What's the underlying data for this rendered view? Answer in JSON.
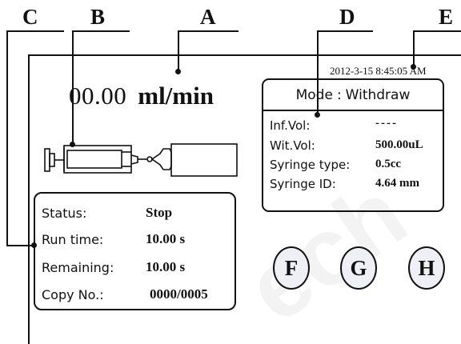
{
  "callouts": {
    "a": "A",
    "b": "B",
    "c": "C",
    "d": "D",
    "e": "E"
  },
  "header": {
    "timestamp": "2012-3-15 8:45:05 AM"
  },
  "flow_rate": {
    "value": "00.00",
    "unit": "ml/min"
  },
  "mode_panel": {
    "mode_label": "Mode",
    "mode_separator": ":",
    "mode_value": "Withdraw",
    "rows": [
      {
        "label": "Inf.Vol:",
        "value": "----"
      },
      {
        "label": "Wit.Vol:",
        "value": "500.00uL"
      },
      {
        "label": "Syringe type:",
        "value": "0.5cc"
      },
      {
        "label": "Syringe ID:",
        "value": "4.64 mm"
      }
    ]
  },
  "status_panel": {
    "rows": [
      {
        "label": "Status:",
        "value": "Stop"
      },
      {
        "label": "Run time:",
        "value": "10.00 s"
      },
      {
        "label": "Remaining:",
        "value": "10.00 s"
      },
      {
        "label": "Copy No.:",
        "value": "0000/0005"
      }
    ]
  },
  "buttons": {
    "f": "F",
    "g": "G",
    "h": "H"
  },
  "colors": {
    "line": "#111111",
    "button_fill": "#eef0f6",
    "watermark": "#f5f5f5"
  },
  "icons": {
    "syringe": "syringe-icon"
  }
}
